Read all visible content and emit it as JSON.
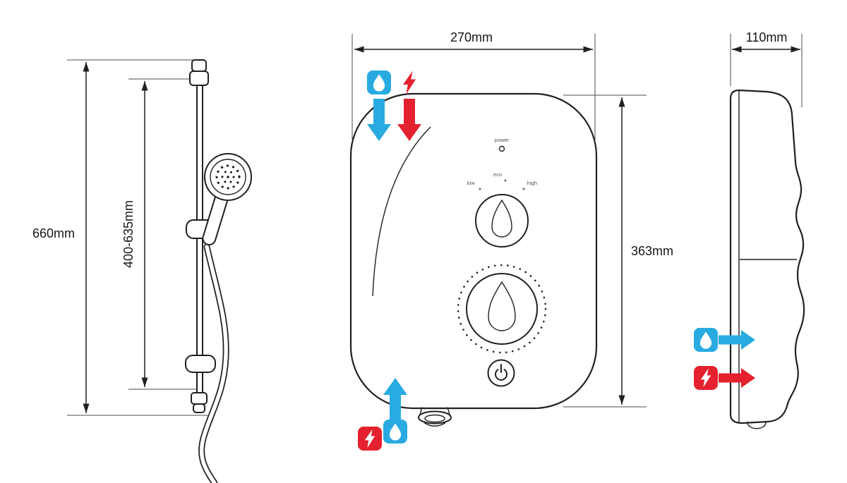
{
  "colors": {
    "line": "#231f20",
    "water_blue": "#29abe2",
    "electric_red": "#e4212e"
  },
  "rail_view": {
    "dim_total_height": "660mm",
    "dim_adjustable_height": "400-635mm"
  },
  "front_view": {
    "dim_width": "270mm",
    "dim_height": "363mm",
    "indicator_label": "power",
    "knob_labels": {
      "left": "low",
      "top": "eco",
      "right": "high"
    }
  },
  "side_view": {
    "dim_depth": "110mm"
  },
  "icons": {
    "water_inlet": "water-drop",
    "electric_supply": "lightning-bolt"
  }
}
